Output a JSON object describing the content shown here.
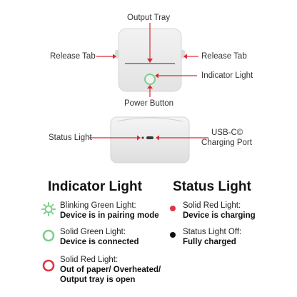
{
  "diagram": {
    "top_view": {
      "output_tray": "Output Tray",
      "release_tab_left": "Release Tab",
      "release_tab_right": "Release Tab",
      "indicator_light": "Indicator Light",
      "power_button": "Power Button"
    },
    "front_view": {
      "status_light": "Status Light",
      "usb_c_line1": "USB-C©",
      "usb_c_line2": "Charging Port"
    }
  },
  "colors": {
    "callout_red": "#d62b35",
    "green": "#7ccf8a",
    "red": "#e03345",
    "device_gray": "#ececec",
    "black": "#111111"
  },
  "indicator_section": {
    "heading": "Indicator Light",
    "items": [
      {
        "icon": "blinking-green-icon",
        "line1": "Blinking Green Light:",
        "line2": "Device is in pairing mode"
      },
      {
        "icon": "solid-green-ring-icon",
        "line1": "Solid Green Light:",
        "line2": "Device is connected"
      },
      {
        "icon": "solid-red-ring-icon",
        "line1": "Solid Red Light:",
        "line2": "Out of paper/ Overheated/",
        "line3": "Output tray is open"
      }
    ]
  },
  "status_section": {
    "heading": "Status Light",
    "items": [
      {
        "icon": "red-dot-icon",
        "line1": "Solid Red Light:",
        "line2": "Device is charging"
      },
      {
        "icon": "black-dot-icon",
        "line1": "Status Light Off:",
        "line2": "Fully charged"
      }
    ]
  }
}
